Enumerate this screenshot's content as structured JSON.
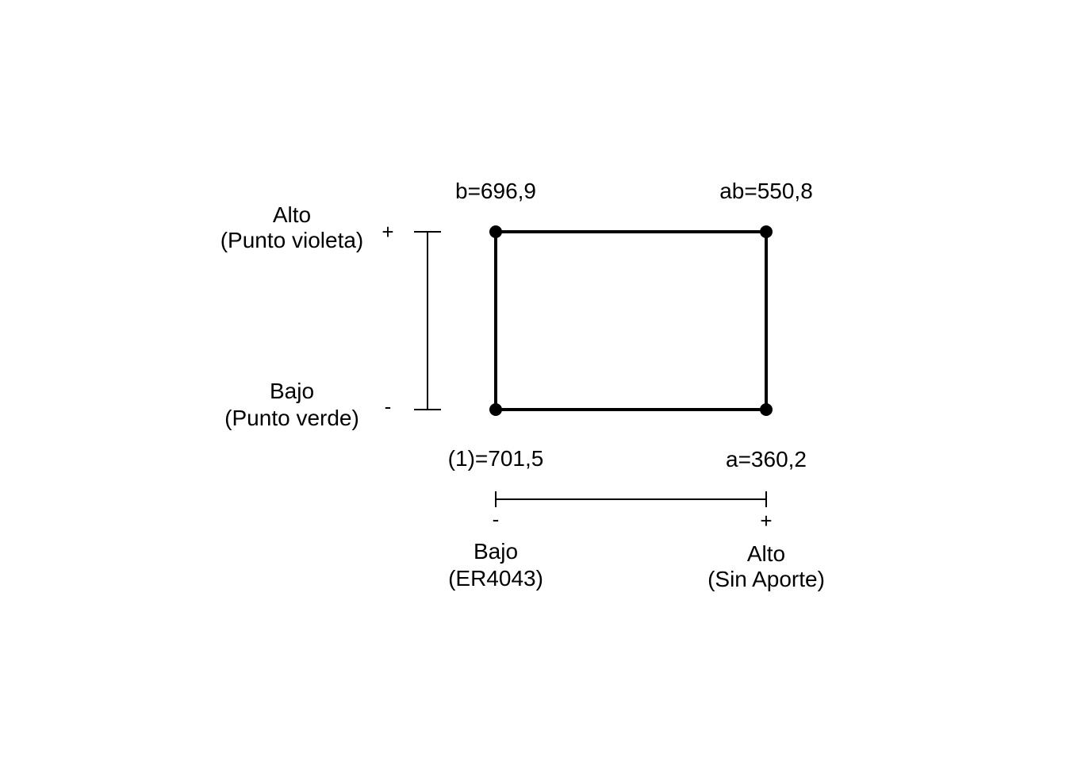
{
  "colors": {
    "stroke": "#000000",
    "background": "#ffffff"
  },
  "corners": {
    "top_left": "b=696,9",
    "top_right": "ab=550,8",
    "bottom_left": "(1)=701,5",
    "bottom_right": "a=360,2"
  },
  "vertical_factor": {
    "high_label": "Alto",
    "high_detail": "(Punto violeta)",
    "high_sign": "+",
    "low_label": "Bajo",
    "low_detail": "(Punto verde)",
    "low_sign": "-"
  },
  "horizontal_factor": {
    "low_sign": "-",
    "low_label": "Bajo",
    "low_detail": "(ER4043)",
    "high_sign": "+",
    "high_label": "Alto",
    "high_detail": "(Sin Aporte)"
  }
}
